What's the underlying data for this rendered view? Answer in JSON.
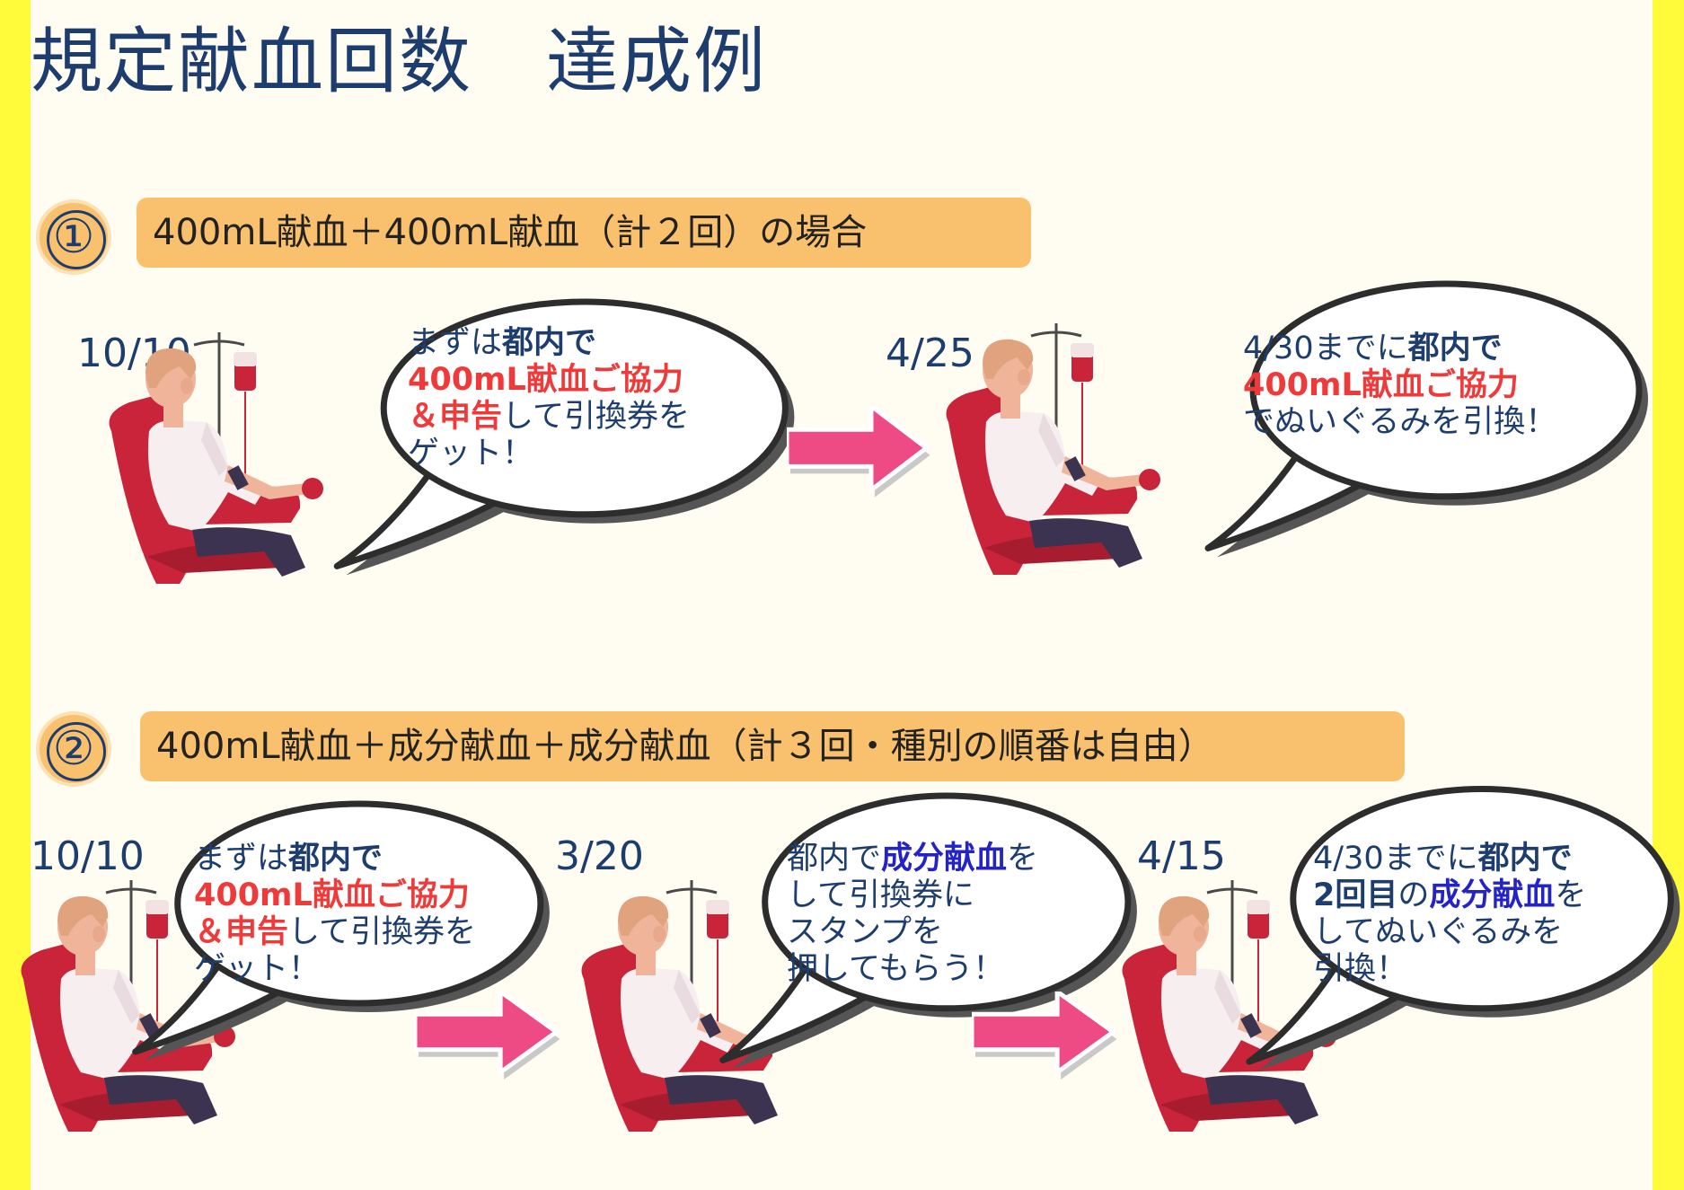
{
  "title": "規定献血回数　達成例",
  "sections": [
    {
      "badge": "①",
      "banner": "400mL献血＋400mL献血（計２回）の場合",
      "steps": [
        {
          "date": "10/10",
          "lines": [
            [
              {
                "t": "まずは",
                "c": ""
              },
              {
                "t": "都内で",
                "c": "navy"
              }
            ],
            [
              {
                "t": "400mL献血ご協力",
                "c": "red"
              }
            ],
            [
              {
                "t": "＆申告",
                "c": "red"
              },
              {
                "t": "して引換券を",
                "c": ""
              }
            ],
            [
              {
                "t": "ゲット！",
                "c": ""
              }
            ]
          ]
        },
        {
          "date": "4/25",
          "lines": [
            [
              {
                "t": "4/30までに",
                "c": ""
              },
              {
                "t": "都内で",
                "c": "navy"
              }
            ],
            [
              {
                "t": "400mL献血ご協力",
                "c": "red"
              }
            ],
            [
              {
                "t": "でぬいぐるみを引換！",
                "c": ""
              }
            ]
          ]
        }
      ]
    },
    {
      "badge": "②",
      "banner": "400mL献血＋成分献血＋成分献血（計３回・種別の順番は自由）",
      "steps": [
        {
          "date": "10/10",
          "lines": [
            [
              {
                "t": "まずは",
                "c": ""
              },
              {
                "t": "都内で",
                "c": "navy"
              }
            ],
            [
              {
                "t": "400mL献血ご協力",
                "c": "red"
              }
            ],
            [
              {
                "t": "＆申告",
                "c": "red"
              },
              {
                "t": "して引換券を",
                "c": ""
              }
            ],
            [
              {
                "t": "ゲット！",
                "c": ""
              }
            ]
          ]
        },
        {
          "date": "3/20",
          "lines": [
            [
              {
                "t": "都内で",
                "c": ""
              },
              {
                "t": "成分献血",
                "c": "blue"
              },
              {
                "t": "を",
                "c": ""
              }
            ],
            [
              {
                "t": "して引換券に",
                "c": ""
              }
            ],
            [
              {
                "t": "スタンプを",
                "c": ""
              }
            ],
            [
              {
                "t": "押してもらう！",
                "c": ""
              }
            ]
          ]
        },
        {
          "date": "4/15",
          "lines": [
            [
              {
                "t": "4/30までに",
                "c": ""
              },
              {
                "t": "都内で",
                "c": "navy"
              }
            ],
            [
              {
                "t": "2回目",
                "c": "navy"
              },
              {
                "t": "の",
                "c": ""
              },
              {
                "t": "成分献血",
                "c": "blue"
              },
              {
                "t": "を",
                "c": ""
              }
            ],
            [
              {
                "t": "してぬいぐるみを",
                "c": ""
              }
            ],
            [
              {
                "t": "引換！",
                "c": ""
              }
            ]
          ]
        }
      ]
    }
  ],
  "colors": {
    "background": "#fffb3a",
    "panel": "#fffdf2",
    "accent": "#f9c16e",
    "navy": "#1d3d6e",
    "red": "#f03a3a",
    "blue": "#2323c8",
    "arrow": "#ee4a83",
    "chair": "#c9243a"
  }
}
